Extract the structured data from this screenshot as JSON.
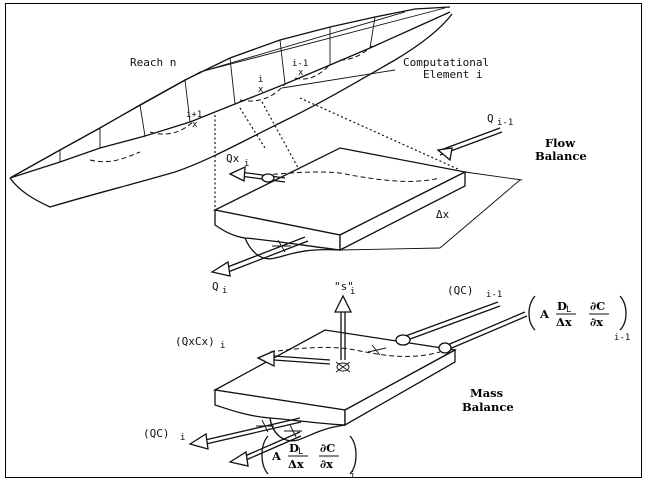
{
  "labels": {
    "reach": "Reach n",
    "computational_line1": "Computational",
    "computational_line2": "Element i",
    "elem_i_minus_1": "i-1",
    "elem_i": "i",
    "elem_i_plus_1": "i+1",
    "x_mark": "x",
    "q_i_minus_1": "Q",
    "q_i_minus_1_sub": "i-1",
    "qx_i": "Qx",
    "qx_i_sub": "i",
    "q_i": "Q",
    "q_i_sub": "i",
    "delta_x": "Δx",
    "flow_balance_line1": "Flow",
    "flow_balance_line2": "Balance",
    "source_s": "\"s\"",
    "source_s_sub": "i",
    "qc_i_minus_1": "(QC)",
    "qc_i_minus_1_sub": "i-1",
    "qxcx_i": "(QxCx)",
    "qxcx_i_sub": "i",
    "qc_i": "(QC)",
    "qc_i_sub": "i",
    "disp_A": "A",
    "disp_DL": "D",
    "disp_DL_sub": "L",
    "disp_dx": "Δx",
    "disp_dC": "∂C",
    "disp_dx2": "∂x",
    "disp_sub_top": "i-1",
    "disp_sub_bottom": "i",
    "mass_balance_line1": "Mass",
    "mass_balance_line2": "Balance"
  }
}
